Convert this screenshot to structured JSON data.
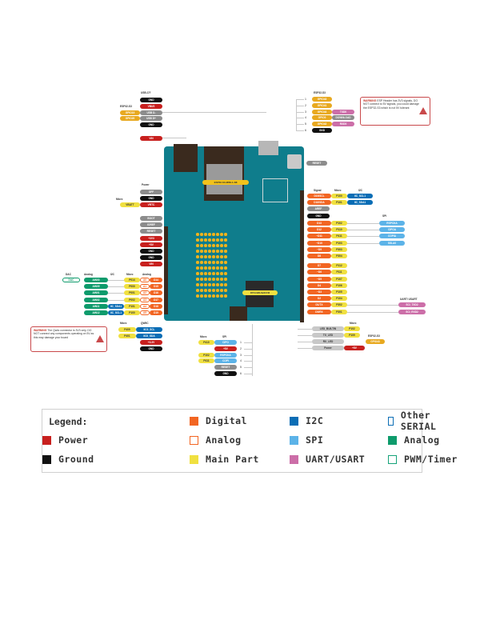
{
  "colors": {
    "digital": "#f26522",
    "power": "#c8201e",
    "ground": "#111111",
    "analog_outline": "#f26522",
    "main_part": "#f0e040",
    "i2c": "#0a6db5",
    "spi": "#5cb3e8",
    "uart": "#cc6ea8",
    "other_serial": "#0a6db5",
    "analog_green": "#0e9b6c",
    "pwm_outline": "#16a37a",
    "gray": "#8c8c8c",
    "board": "#0f7d8c",
    "esp": "#e8a920",
    "warning": "#c9494b"
  },
  "headers": {
    "usb_c": "USB-C®",
    "esp32_s3_left": "ESP32-S3",
    "esp32_s3_top": "ESP32-S3",
    "power": "Power",
    "micro_left": "Micro",
    "dac": "DAC",
    "analog_left": "Analog",
    "i2c_left": "I2C",
    "micro_analog": "Micro",
    "analog_right_label": "Analog",
    "signal": "Signal",
    "micro_right": "Micro",
    "i2c_right": "I2C",
    "spi_right": "SPI",
    "uart_usart": "UART/ USART",
    "micro_qwiic": "Micro",
    "qwiic": "QWIIC",
    "micro_icsp": "Micro",
    "spi_icsp": "SPI",
    "micro_bottom": "Micro",
    "esp32_s3_bottom": "ESP32-S3"
  },
  "usb_c": {
    "pins": [
      "GND",
      "VBUS",
      "USB D-",
      "USB D+",
      "GND"
    ],
    "esp": [
      "GPIO19",
      "GPIO20"
    ],
    "vin": "VIN"
  },
  "esp_header": {
    "numbers": [
      "1",
      "2",
      "3",
      "4",
      "5",
      "6"
    ],
    "pins": [
      "GPIO43",
      "GPIO41",
      "GPIO44",
      "GPIO0",
      "GPIO42",
      "GND"
    ],
    "functions": [
      "",
      "",
      "TXD0",
      "DOWNLOAD",
      "RXD0",
      ""
    ]
  },
  "warnings": {
    "esp": {
      "title": "WARNING",
      "text": "ESP Header has 3V3 signals, DO NOT connect to 5V signals, you could damage the ESP32-S3 which is not 5V tolerant"
    },
    "qwiic": {
      "title": "WARNING",
      "text": "The Qwiic connector is 3V3 only, DO NOT connect any components operating on 5V as this may damage your board"
    }
  },
  "board_labels": {
    "esp_module": "ESP32-S3-MINI-1-N8",
    "mcu": "R7FA4M1AB3CFM",
    "reset": "RESET"
  },
  "power_top": {
    "pins": [
      "OFF",
      "GND",
      "VRTC"
    ],
    "micro": "VBATT"
  },
  "power_header": [
    "BOOT",
    "IOREF",
    "RESET",
    "+3V3",
    "+5V",
    "GND",
    "GND",
    "VIN"
  ],
  "power_header_values": [
    "",
    "",
    "",
    "3V3",
    "5V",
    "",
    "",
    ""
  ],
  "analog_header": {
    "dac": "DAC",
    "analog": [
      "AIN00",
      "AIN09",
      "AIN01",
      "AIN02",
      "AIN11",
      "AIN12"
    ],
    "i2c": [
      "",
      "",
      "",
      "",
      "IIC_SDA1",
      "IIC_SCL1"
    ],
    "micro": [
      "P014",
      "P000",
      "P001",
      "P002",
      "P101",
      "P100"
    ],
    "pins": [
      "A0",
      "A1",
      "A2",
      "A3",
      "A4",
      "A5"
    ],
    "digital": [
      "D14",
      "D15",
      "D16",
      "D17",
      "D18",
      "D19"
    ]
  },
  "qwiic": {
    "micro": [
      "P409",
      "P401"
    ],
    "signals": [
      "IIC0_SCL",
      "IIC0_SDA"
    ],
    "power": "+3.3V",
    "gnd": "GND"
  },
  "right_header_top": {
    "signal": [
      "D19/SCL",
      "D18/SDA"
    ],
    "micro": [
      "P100",
      "P101"
    ],
    "i2c": [
      "IIC_SCL1",
      "IIC_SDA1"
    ],
    "aref": "AREF",
    "gnd": "GND"
  },
  "right_header_digital": {
    "pins": [
      "D13",
      "D12",
      "~D11",
      "~D10",
      "~D9",
      "D8",
      "D7",
      "~D6",
      "~D5",
      "D4",
      "~D3",
      "D2",
      "D1/TX",
      "D0/RX"
    ],
    "micro": [
      "P102",
      "P110",
      "P411",
      "P103",
      "P303",
      "P304",
      "P112",
      "P111",
      "P107",
      "P106",
      "P105",
      "P104",
      "P302",
      "P301"
    ],
    "spi": [
      "RSPCKA",
      "CIPOA",
      "COPIA",
      "SSLA0"
    ],
    "uart": [
      "SCI_TXD2",
      "SCI_RXD2"
    ]
  },
  "leds": {
    "labels": [
      "LED_BUILTIN",
      "TX_LED",
      "RX_LED",
      "Power"
    ],
    "micro": [
      "P102",
      "P109",
      "",
      ""
    ],
    "esp": "GPIO43",
    "power_value": "+5V"
  },
  "icsp": {
    "micro": [
      "P410",
      "",
      "P102",
      "P411",
      "",
      ""
    ],
    "spi": [
      "CIPO",
      "+5V",
      "RSPCKA",
      "COPI",
      "RESET",
      "GND"
    ],
    "numbers": [
      "1",
      "2",
      "3",
      "4",
      "5",
      "6"
    ]
  },
  "legend": {
    "title": "Legend:",
    "items": [
      {
        "label": "Digital",
        "color": "#f26522",
        "style": "fill"
      },
      {
        "label": "I2C",
        "color": "#0a6db5",
        "style": "fill"
      },
      {
        "label": "Other SERIAL",
        "color": "#0a6db5",
        "style": "outline"
      },
      {
        "label": "Power",
        "color": "#c8201e",
        "style": "fill"
      },
      {
        "label": "Analog",
        "color": "#f26522",
        "style": "outline"
      },
      {
        "label": "SPI",
        "color": "#5cb3e8",
        "style": "fill"
      },
      {
        "label": "Analog",
        "color": "#0e9b6c",
        "style": "fill"
      },
      {
        "label": "Ground",
        "color": "#111111",
        "style": "fill"
      },
      {
        "label": "Main Part",
        "color": "#f0e040",
        "style": "fill"
      },
      {
        "label": "UART/USART",
        "color": "#cc6ea8",
        "style": "fill"
      },
      {
        "label": "PWM/Timer",
        "color": "#16a37a",
        "style": "outline"
      }
    ]
  }
}
